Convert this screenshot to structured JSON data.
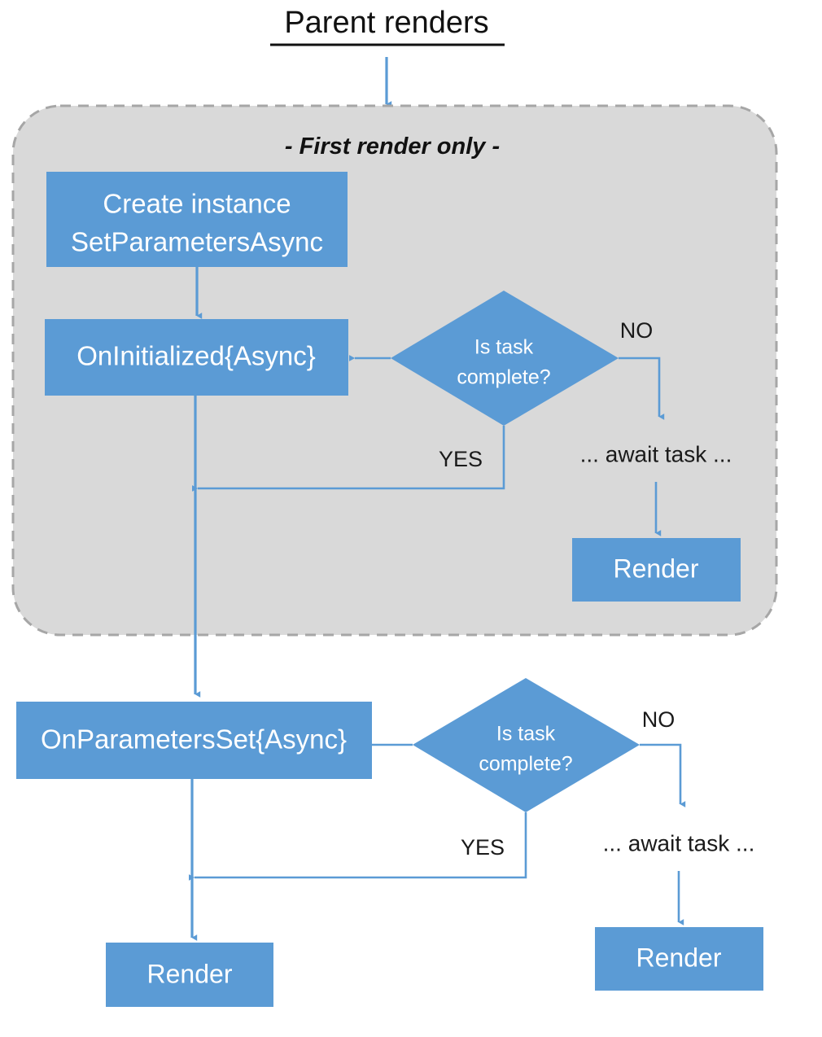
{
  "diagram": {
    "title": "Parent renders",
    "section_label": "- First render only -",
    "colors": {
      "node_fill": "#5B9BD5",
      "group_fill": "#D9D9D9",
      "group_border": "#A6A6A6",
      "connector": "#5B9BD5",
      "text_dark": "#111111",
      "text_light": "#FFFFFF"
    },
    "nodes": {
      "create_instance_line1": "Create instance",
      "create_instance_line2": "SetParametersAsync",
      "on_initialized": "OnInitialized{Async}",
      "decision_top_line1": "Is task",
      "decision_top_line2": "complete?",
      "await_task_top": "... await task ...",
      "render_top": "Render",
      "on_parameters_set": "OnParametersSet{Async}",
      "decision_bottom_line1": "Is task",
      "decision_bottom_line2": "complete?",
      "await_task_bottom": "... await task ...",
      "render_bottom_left": "Render",
      "render_bottom_right": "Render"
    },
    "edge_labels": {
      "no_top": "NO",
      "yes_top": "YES",
      "no_bottom": "NO",
      "yes_bottom": "YES"
    }
  }
}
